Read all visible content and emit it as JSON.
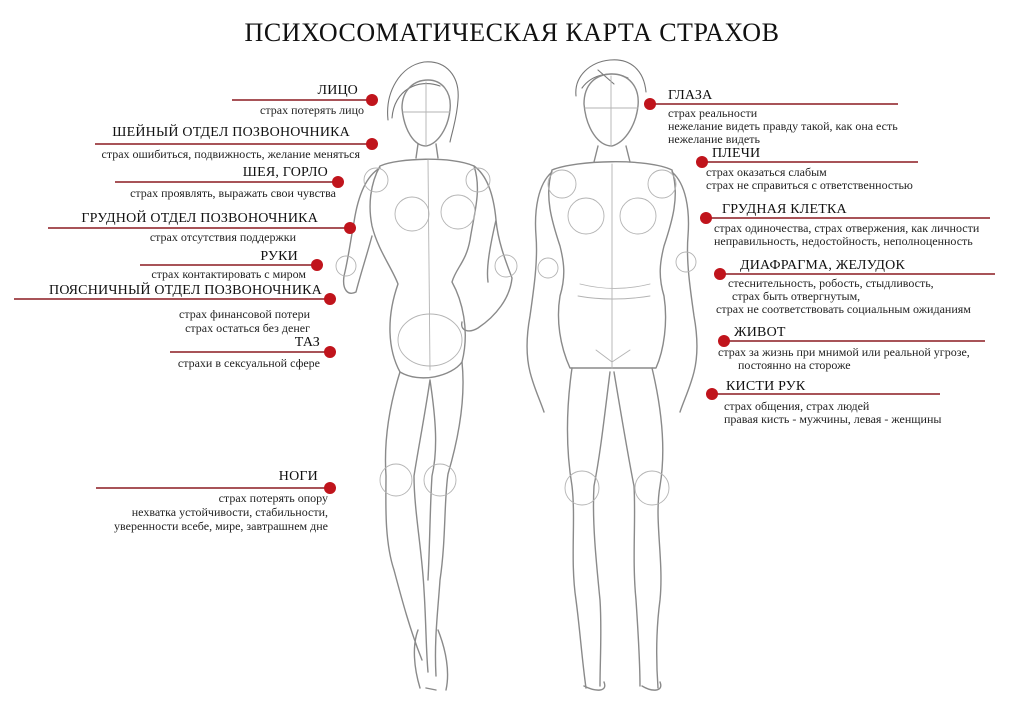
{
  "title": "ПСИХОСОМАТИЧЕСКАЯ КАРТА СТРАХОВ",
  "colors": {
    "accent": "#c0141c",
    "line": "#8c1a20",
    "sketch": "#8a8a8a"
  },
  "left_labels": [
    {
      "id": "face",
      "heading": "ЛИЦО",
      "lines": [
        "страх потерять лицо"
      ]
    },
    {
      "id": "cervical",
      "heading": "ШЕЙНЫЙ ОТДЕЛ ПОЗВОНОЧНИКА",
      "lines": [
        "страх ошибиться, подвижность, желание меняться"
      ]
    },
    {
      "id": "neck",
      "heading": "ШЕЯ, ГОРЛО",
      "lines": [
        "страх проявлять, выражать свои чувства"
      ]
    },
    {
      "id": "thoracic",
      "heading": "ГРУДНОЙ ОТДЕЛ ПОЗВОНОЧНИКА",
      "lines": [
        "страх отсутствия поддержки"
      ]
    },
    {
      "id": "arms",
      "heading": "РУКИ",
      "lines": [
        "страх контактировать с миром"
      ]
    },
    {
      "id": "lumbar",
      "heading": "ПОЯСНИЧНЫЙ ОТДЕЛ ПОЗВОНОЧНИКА",
      "lines": [
        "страх финансовой потери",
        "страх остаться без денег"
      ]
    },
    {
      "id": "pelvis",
      "heading": "ТАЗ",
      "lines": [
        "страхи в сексуальной сфере"
      ]
    },
    {
      "id": "legs",
      "heading": "НОГИ",
      "lines": [
        "страх потерять опору",
        "нехватка устойчивости, стабильности,",
        "уверенности всебе, мире, завтрашнем дне"
      ]
    }
  ],
  "right_labels": [
    {
      "id": "eyes",
      "heading": "ГЛАЗА",
      "lines": [
        "страх реальности",
        "нежелание видеть правду такой, как она есть",
        "нежелание видеть"
      ]
    },
    {
      "id": "shoulders",
      "heading": "ПЛЕЧИ",
      "lines": [
        "страх оказаться слабым",
        "страх не справиться с ответственностью"
      ]
    },
    {
      "id": "chest",
      "heading": "ГРУДНАЯ КЛЕТКА",
      "lines": [
        "страх одиночества, страх отвержения, как личности",
        "неправильность, недостойность, неполноценность"
      ]
    },
    {
      "id": "diaphragm",
      "heading": "ДИАФРАГМА, ЖЕЛУДОК",
      "lines": [
        "стеснительность, робость, стыдливость,",
        "страх быть отвергнутым,",
        "страх не соответствовать социальным ожиданиям"
      ]
    },
    {
      "id": "belly",
      "heading": "ЖИВОТ",
      "lines": [
        "страх за жизнь при мнимой или реальной угрозе,",
        "постоянно на стороже"
      ]
    },
    {
      "id": "hands",
      "heading": "КИСТИ РУК",
      "lines": [
        "страх общения, страх людей",
        "правая кисть - мужчины, левая - женщины"
      ]
    }
  ]
}
